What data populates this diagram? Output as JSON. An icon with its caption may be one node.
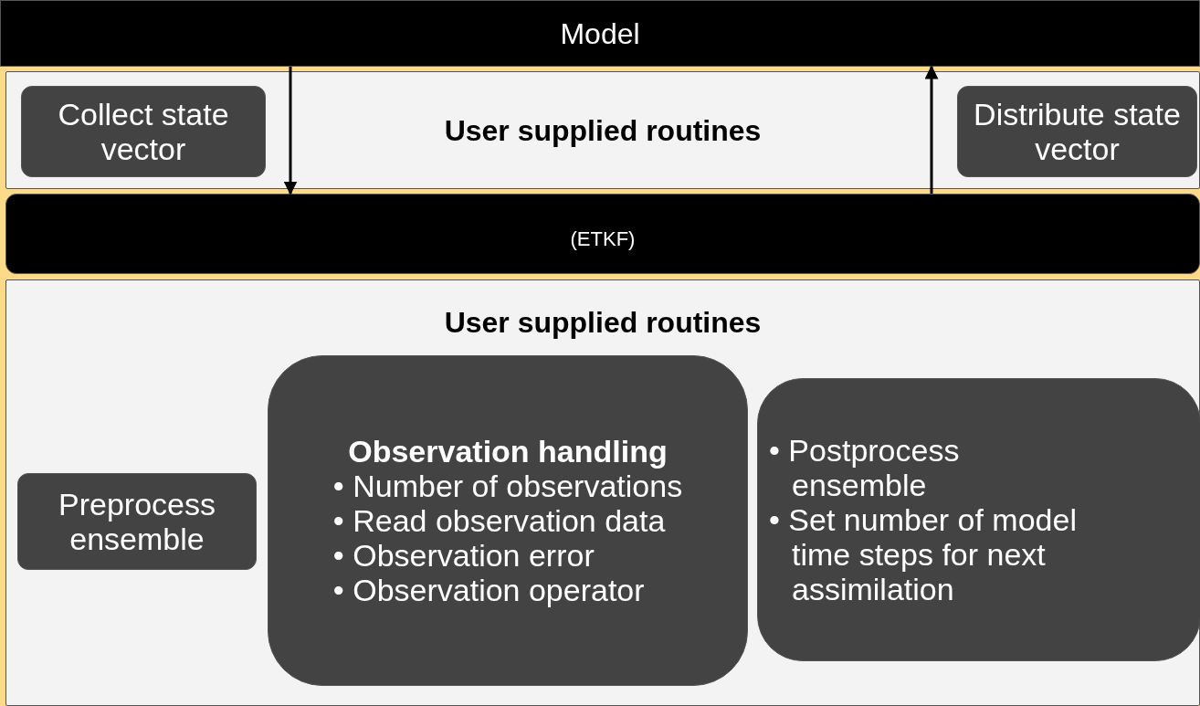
{
  "diagram": {
    "nodes": [
      {
        "text": [
          "Model"
        ]
      },
      {
        "text": [
          "User supplied routines"
        ]
      },
      {
        "text": [
          "Collect state vector"
        ],
        "in": 1
      },
      {
        "text": [
          "Distribute state vector"
        ],
        "in": 1
      },
      {
        "text": [
          "(ETKF)"
        ]
      },
      {
        "text": [
          "User supplied routines"
        ]
      },
      {
        "text": [
          "Preprocess ensemble"
        ],
        "in": 5
      },
      {
        "text": [
          "Observation handling",
          "• Number of observations",
          "• Read observation data",
          "• Observation error",
          "• Observation operator"
        ],
        "in": 5
      },
      {
        "text": [
          "• Postprocess ensemble",
          "• Set number of model time steps for next assimilation"
        ],
        "in": 5
      }
    ],
    "edges": [
      {
        "from": 0,
        "to": 4,
        "arrow": "to"
      },
      {
        "from": 4,
        "to": 0,
        "arrow": "to"
      }
    ]
  }
}
